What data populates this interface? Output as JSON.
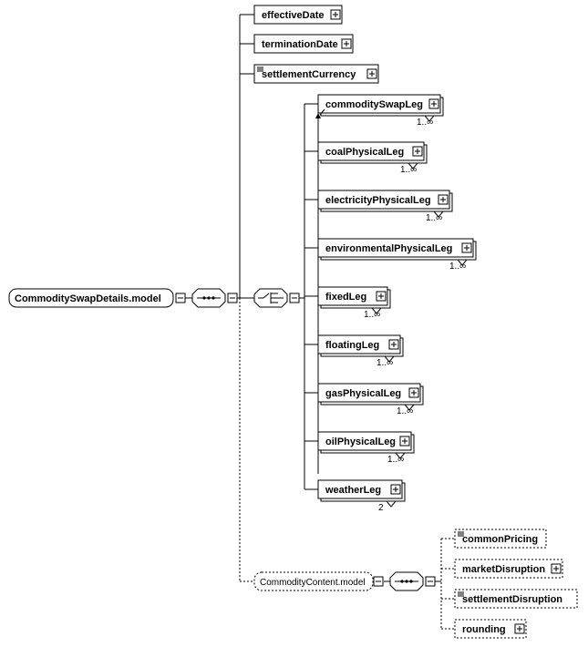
{
  "root": {
    "label": "CommoditySwapDetails.model"
  },
  "sequence_elements": [
    {
      "label": "effectiveDate",
      "doc_icon": false
    },
    {
      "label": "terminationDate",
      "doc_icon": false
    },
    {
      "label": "settlementCurrency",
      "doc_icon": true
    }
  ],
  "choice_elements": [
    {
      "label": "commoditySwapLeg",
      "card": "1..∞",
      "abstract": true
    },
    {
      "label": "coalPhysicalLeg",
      "card": "1..∞"
    },
    {
      "label": "electricityPhysicalLeg",
      "card": "1..∞"
    },
    {
      "label": "environmentalPhysicalLeg",
      "card": "1..∞"
    },
    {
      "label": "fixedLeg",
      "card": "1..∞"
    },
    {
      "label": "floatingLeg",
      "card": "1..∞"
    },
    {
      "label": "gasPhysicalLeg",
      "card": "1..∞"
    },
    {
      "label": "oilPhysicalLeg",
      "card": "1..∞"
    }
  ],
  "weather": {
    "label": "weatherLeg",
    "card": "2"
  },
  "optional_group": {
    "label": "CommodityContent.model"
  },
  "optional_elements": [
    {
      "label": "commonPricing",
      "doc_icon": true,
      "expandable": false
    },
    {
      "label": "marketDisruption",
      "doc_icon": false,
      "expandable": true
    },
    {
      "label": "settlementDisruption",
      "doc_icon": true,
      "expandable": false
    },
    {
      "label": "rounding",
      "doc_icon": false,
      "expandable": true
    }
  ]
}
